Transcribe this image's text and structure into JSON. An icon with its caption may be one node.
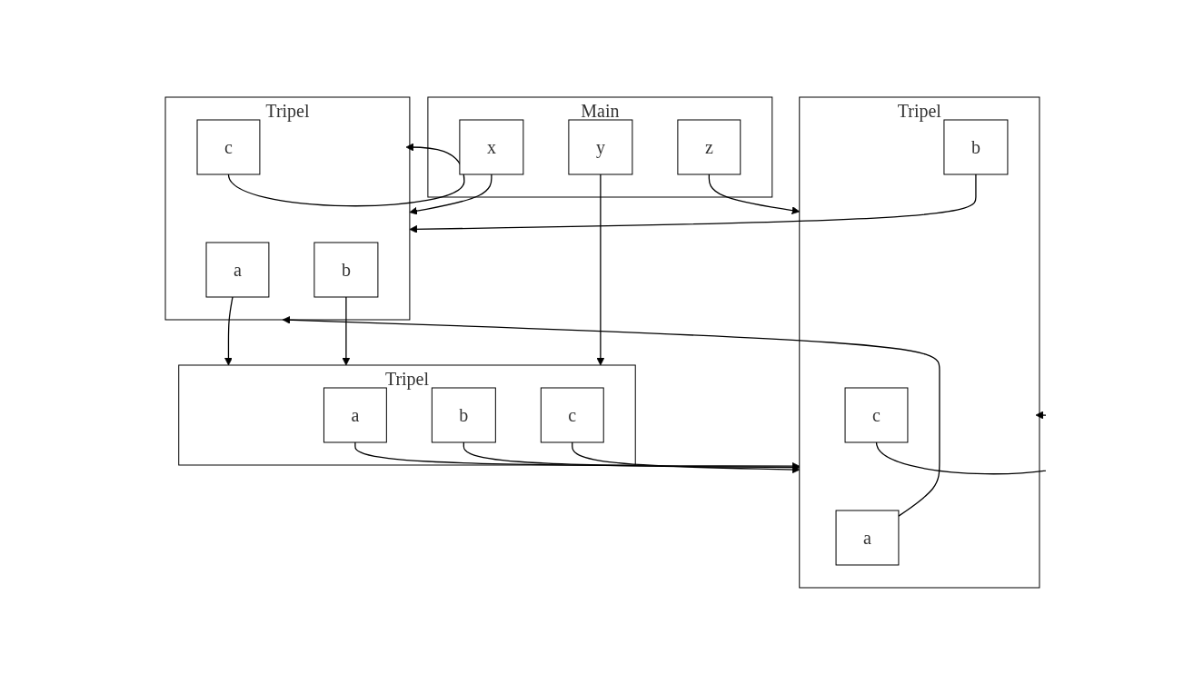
{
  "diagram": {
    "nodes": [
      {
        "text": [
          "Main"
        ]
      },
      {
        "text": [
          "x"
        ],
        "in": 0
      },
      {
        "text": [
          "y"
        ],
        "in": 0
      },
      {
        "text": [
          "z"
        ],
        "in": 0
      },
      {
        "text": [
          "Tripel"
        ]
      },
      {
        "text": [
          "a"
        ],
        "in": 4
      },
      {
        "text": [
          "b"
        ],
        "in": 4
      },
      {
        "text": [
          "c"
        ],
        "in": 4
      },
      {
        "text": [
          "Tripel"
        ]
      },
      {
        "text": [
          "a"
        ],
        "in": 8
      },
      {
        "text": [
          "b"
        ],
        "in": 8
      },
      {
        "text": [
          "c"
        ],
        "in": 8
      },
      {
        "text": [
          "Tripel"
        ]
      },
      {
        "text": [
          "a"
        ],
        "in": 12
      },
      {
        "text": [
          "b"
        ],
        "in": 12
      },
      {
        "text": [
          "c"
        ],
        "in": 12
      }
    ],
    "edges": [
      {
        "from": 1,
        "to": 4,
        "arrow": "to"
      },
      {
        "from": 2,
        "to": 8,
        "arrow": "to"
      },
      {
        "from": 3,
        "to": 12,
        "arrow": "to"
      },
      {
        "from": 5,
        "to": 8,
        "arrow": "to"
      },
      {
        "from": 6,
        "to": 8,
        "arrow": "to"
      },
      {
        "from": 7,
        "to": 4,
        "arrow": "to"
      },
      {
        "from": 9,
        "to": 12,
        "arrow": "to"
      },
      {
        "from": 10,
        "to": 12,
        "arrow": "to"
      },
      {
        "from": 11,
        "to": 12,
        "arrow": "to"
      },
      {
        "from": 13,
        "to": 4,
        "arrow": "to"
      },
      {
        "from": 14,
        "to": 4,
        "arrow": "to"
      },
      {
        "from": 15,
        "to": 12,
        "arrow": "to"
      }
    ]
  }
}
